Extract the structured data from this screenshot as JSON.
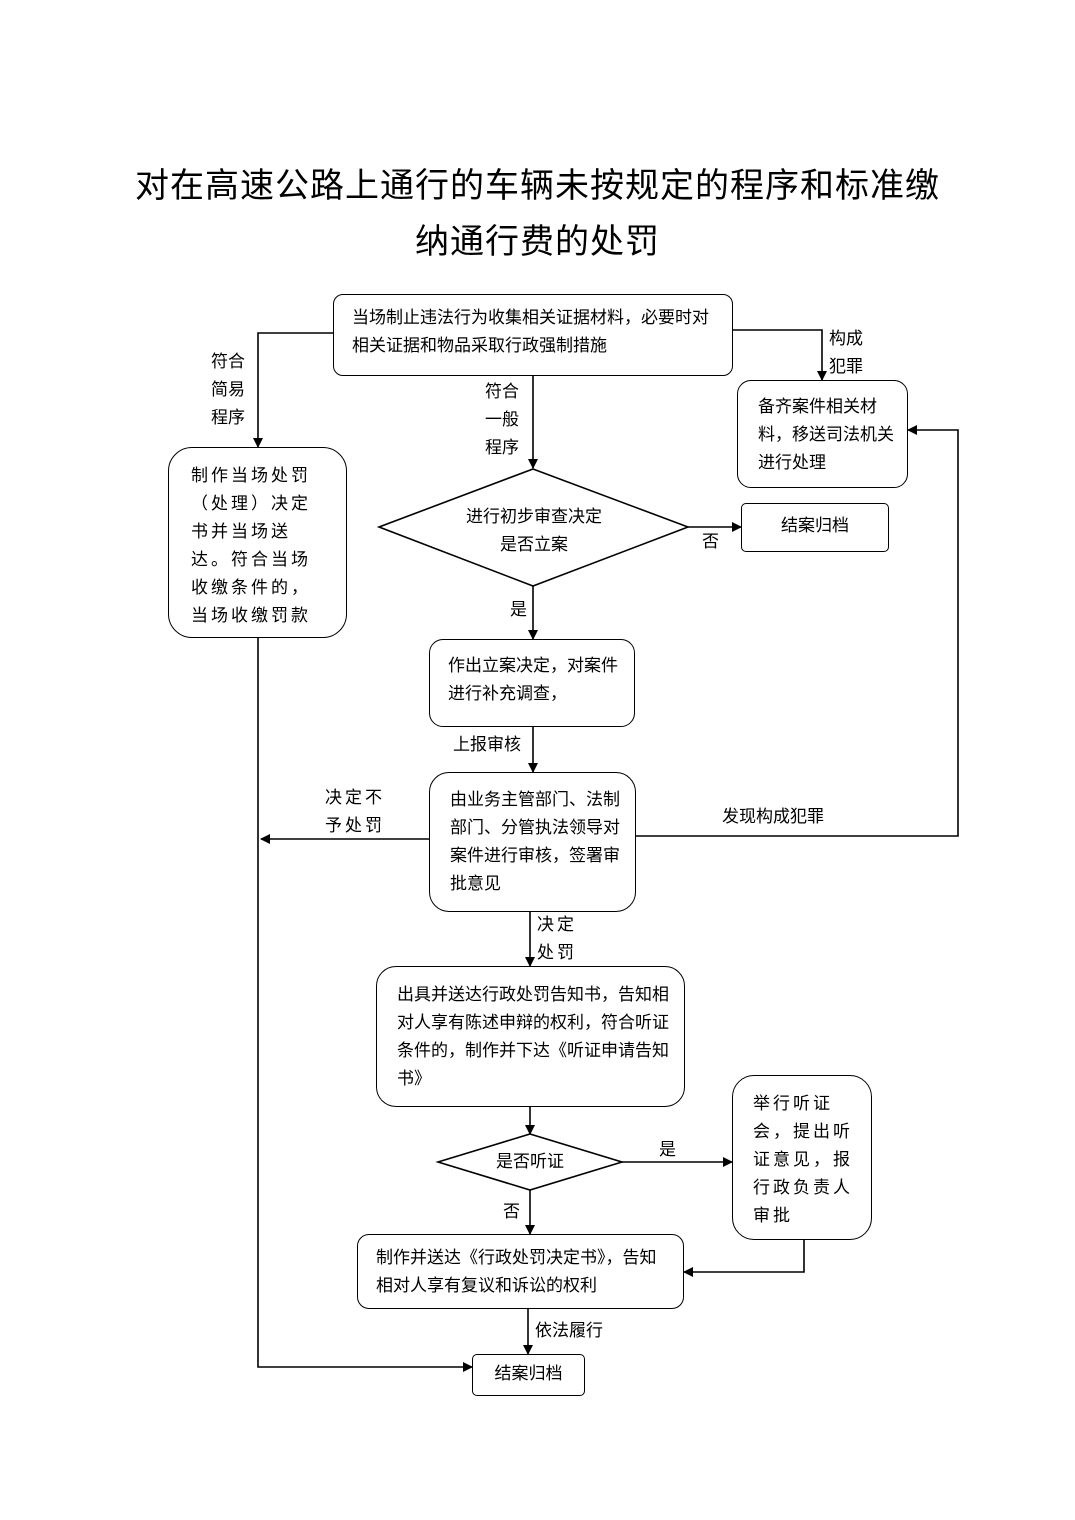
{
  "title": {
    "line1": "对在高速公路上通行的车辆未按规定的程序和标准缴",
    "line2": "纳通行费的处罚"
  },
  "nodes": {
    "start": "当场制止违法行为收集相关证据材料，必要时对相关证据和物品采取行政强制措施",
    "transfer": "备齐案件相关材料，移送司法机关进行处理",
    "simple": "制作当场处罚（处理）决定书并当场送达。符合当场收缴条件的，当场收缴罚款",
    "review_diamond": "进行初步审查决定是否立案",
    "close_top": "结案归档",
    "filing": "作出立案决定，对案件进行补充调查，",
    "approval": "由业务主管部门、法制部门、分管执法领导对案件进行审核，签署审批意见",
    "notice": "出具并送达行政处罚告知书，告知相对人享有陈述申辩的权利，符合听证条件的，制作并下达《听证申请告知书》",
    "hearing_diamond": "是否听证",
    "hearing": "举行听证会，提出听证意见，报行政负责人审批",
    "decision": "制作并送达《行政处罚决定书》，告知相对人享有复议和诉讼的权利",
    "close_bottom": "结案归档"
  },
  "edge_labels": {
    "simple_proc": "符合简易程序",
    "general_proc": "符合一般程序",
    "crime": "构成犯罪",
    "no": "否",
    "yes": "是",
    "report": "上报审核",
    "no_penalty": "决定不予处罚",
    "found_crime": "发现构成犯罪",
    "decide_penalty": "决定处罚",
    "hearing_yes": "是",
    "hearing_no": "否",
    "perform": "依法履行"
  }
}
